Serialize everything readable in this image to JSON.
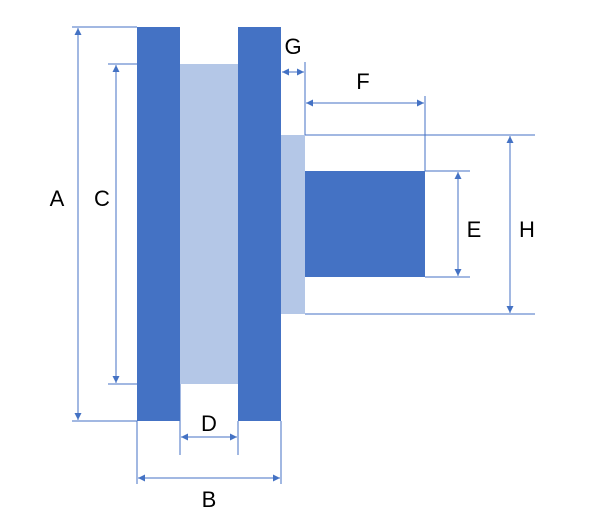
{
  "colors": {
    "dark_blue": "#4472c4",
    "light_blue": "#b4c7e7",
    "dimension_line": "#4472c4",
    "label_text": "#000000"
  },
  "labels": {
    "A": "A",
    "B": "B",
    "C": "C",
    "D": "D",
    "E": "E",
    "F": "F",
    "G": "G",
    "H": "H"
  }
}
